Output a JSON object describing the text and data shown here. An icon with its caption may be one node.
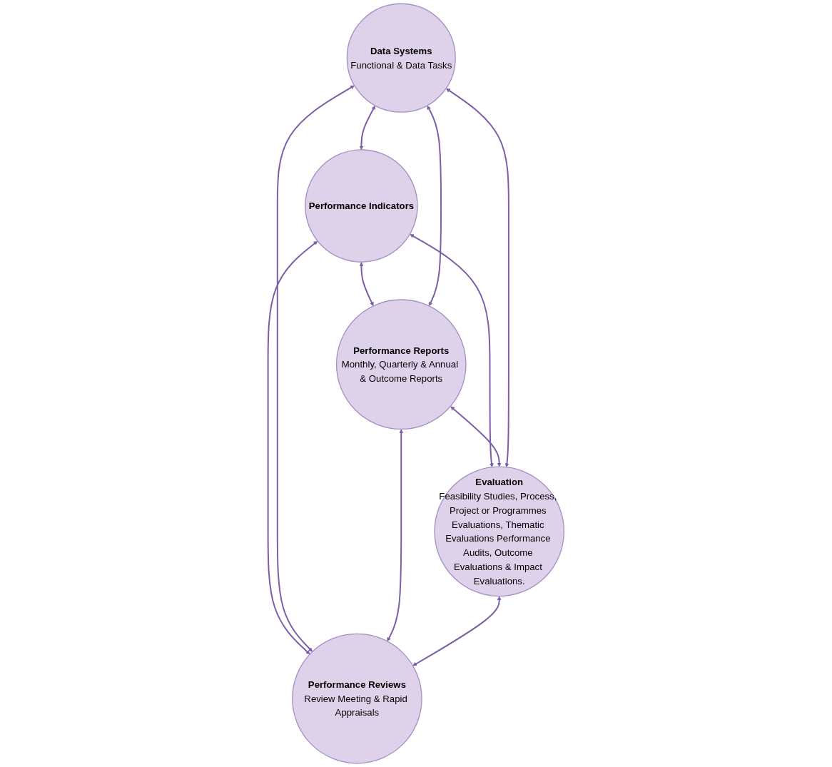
{
  "diagram": {
    "nodes": [
      {
        "text": [
          "Performance Indicators"
        ]
      },
      {
        "text": [
          "Data Systems",
          "Functional & Data Tasks"
        ]
      },
      {
        "text": [
          "Performance Reports",
          "Monthly, Quarterly & Annual & Outcome Reports"
        ]
      },
      {
        "text": [
          "Evaluation",
          "Feasibility Studies, Process, Project or Programmes Evaluations, Thematic Evaluations Performance Audits, Outcome Evaluations & Impact Evaluations."
        ]
      },
      {
        "text": [
          "Performance Reviews",
          "Review Meeting & Rapid Appraisals"
        ]
      }
    ],
    "edges": [
      {
        "from": 1,
        "to": 0,
        "arrow": "both"
      },
      {
        "from": 0,
        "to": 2,
        "arrow": "both"
      },
      {
        "from": 1,
        "to": 2,
        "arrow": "both"
      },
      {
        "from": 0,
        "to": 3,
        "arrow": "both"
      },
      {
        "from": 0,
        "to": 4,
        "arrow": "both"
      },
      {
        "from": 2,
        "to": 3,
        "arrow": "both"
      },
      {
        "from": 1,
        "to": 4,
        "arrow": "both"
      },
      {
        "from": 1,
        "to": 3,
        "arrow": "both"
      },
      {
        "from": 2,
        "to": 4,
        "arrow": "both"
      },
      {
        "from": 3,
        "to": 4,
        "arrow": "both"
      }
    ]
  }
}
